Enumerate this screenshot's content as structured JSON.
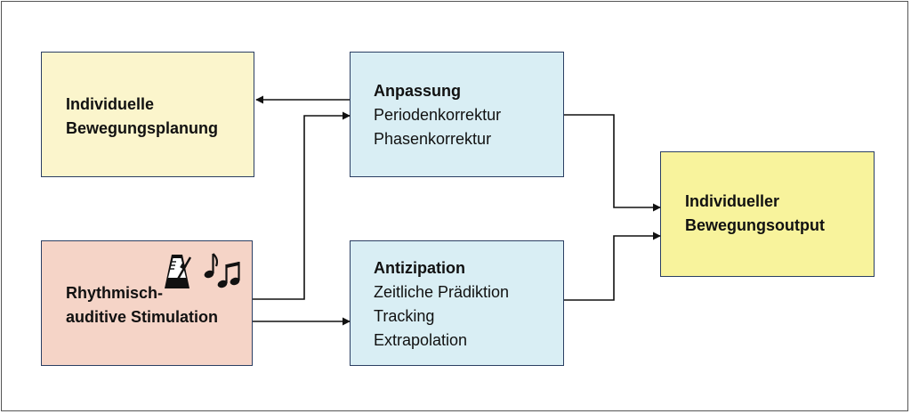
{
  "boxes": {
    "planning": {
      "lines": [
        "Individuelle",
        "Bewegungsplanung"
      ]
    },
    "adaptation": {
      "title": "Anpassung",
      "items": [
        "Periodenkorrektur",
        "Phasenkorrektur"
      ]
    },
    "anticipation": {
      "title": "Antizipation",
      "items": [
        "Zeitliche Prädiktion",
        "Tracking",
        "Extrapolation"
      ]
    },
    "stimulation": {
      "lines": [
        "Rhythmisch-",
        "auditive Stimulation"
      ]
    },
    "output": {
      "lines": [
        "Individueller",
        "Bewegungsoutput"
      ]
    }
  },
  "icons": [
    "metronome-icon",
    "music-notes-icon"
  ],
  "colors": {
    "planning_fill": "#fbf5cc",
    "process_fill": "#d9eef4",
    "stimulation_fill": "#f5d4c7",
    "output_fill": "#f8f39c",
    "border": "#2b3f63"
  }
}
